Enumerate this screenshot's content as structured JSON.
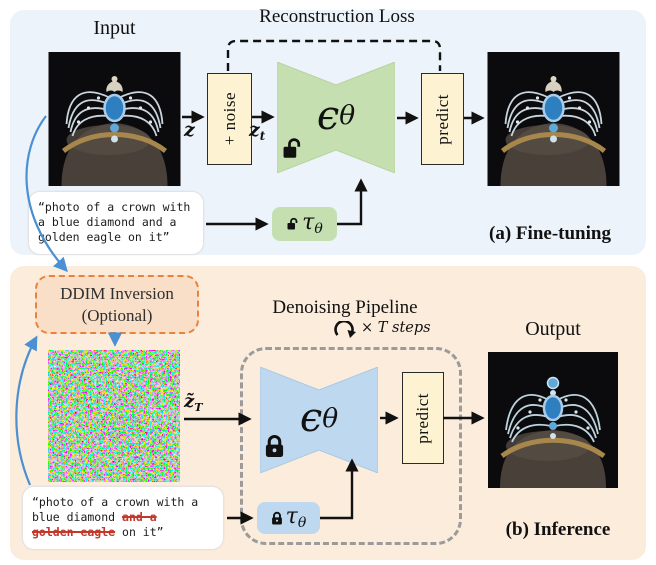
{
  "figure": {
    "panel_a": {
      "caption": "(a) Fine-tuning",
      "input_label": "Input",
      "loss_label": "Reconstruction Loss",
      "noise_box_label": "+ noise",
      "z_label": "z",
      "zt_main": "z",
      "zt_sub": "t",
      "unet_main": "ϵ",
      "unet_sub": "θ",
      "predict_label": "predict",
      "tau_main": "τ",
      "tau_sub": "θ",
      "prompt": {
        "l1": "“photo of a crown with",
        "l2": "a blue diamond and a",
        "l3": "golden eagle on it”"
      }
    },
    "panel_b": {
      "caption": "(b) Inference",
      "ddim_l1": "DDIM Inversion",
      "ddim_l2": "(Optional)",
      "pipeline_label": "Denoising Pipeline",
      "steps_label": "× T steps",
      "zt_main": "z̃",
      "zt_sub": "T",
      "unet_main": "ϵ",
      "unet_sub": "θ",
      "predict_label": "predict",
      "tau_main": "τ",
      "tau_sub": "θ",
      "output_label": "Output",
      "prompt": {
        "l1": "“photo of a crown with a",
        "l2a": "blue diamond ",
        "l2b": "and a",
        "l3a": "golden eagle",
        "l3b": " on it”"
      }
    },
    "colors": {
      "panel_a_bg": "#edf3fa",
      "panel_b_bg": "#fcecdc",
      "unet_a_fill": "#c5dfb0",
      "unet_b_fill": "#bed9ef",
      "box_yellow": "#fdf3d2",
      "ddim_fill": "#f9dfc8",
      "ddim_border": "#e8823c",
      "pipeline_border": "#9b9b9b",
      "arrow_blue": "#4a90d2",
      "strike_red": "#c0392b"
    }
  }
}
